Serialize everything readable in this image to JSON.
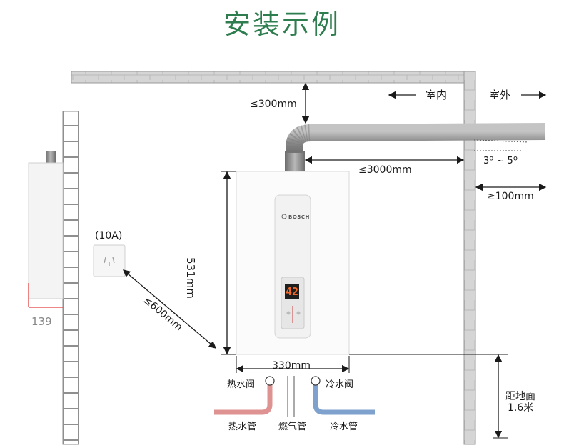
{
  "title": "安装示例",
  "colors": {
    "title": "#2e7d4f",
    "wall": "#8f8f8f",
    "hot_pipe": "#e8a5a5",
    "cold_pipe": "#8fb0d8",
    "display": "#f26a2a",
    "pipe_steel": "#8a8a8a"
  },
  "labels": {
    "top_clearance": "≤300mm",
    "indoor": "室内",
    "outdoor": "室外",
    "flue_length": "≤3000mm",
    "slope": "3º ~ 5º",
    "wall_protrusion": "≥100mm",
    "height": "531mm",
    "socket_rating": "(10A)",
    "socket_distance": "≤600mm",
    "side_depth": "139",
    "width": "330mm",
    "hot_valve": "热水阀",
    "cold_valve": "冷水阀",
    "hot_pipe": "热水管",
    "gas_pipe": "燃气管",
    "cold_pipe": "冷水管",
    "ground_line1": "距地面",
    "ground_line2": "1.6米"
  },
  "device": {
    "brand": "BOSCH",
    "display_temp": "42"
  },
  "icons": [
    "arrow-left-icon",
    "arrow-right-icon",
    "power-socket-icon",
    "bosch-logo-icon",
    "display-panel-icon"
  ]
}
